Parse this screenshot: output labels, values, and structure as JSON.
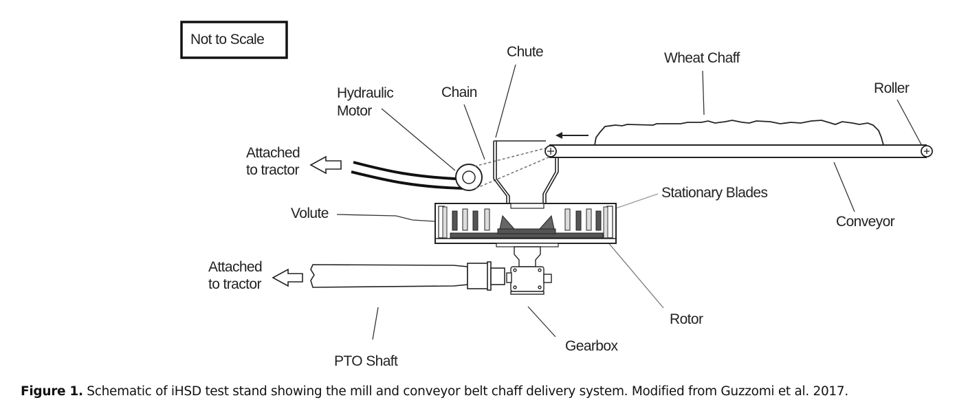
{
  "figure": {
    "scale_note": "Not to Scale",
    "labels": {
      "chute": "Chute",
      "wheat_chaff": "Wheat Chaff",
      "roller": "Roller",
      "hydraulic_motor_line1": "Hydraulic",
      "hydraulic_motor_line2": "Motor",
      "chain": "Chain",
      "attached_top_line1": "Attached",
      "attached_top_line2": "to tractor",
      "stationary_blades": "Stationary Blades",
      "conveyor": "Conveyor",
      "volute": "Volute",
      "attached_bottom_line1": "Attached",
      "attached_bottom_line2": "to tractor",
      "rotor": "Rotor",
      "gearbox": "Gearbox",
      "pto_shaft": "PTO Shaft"
    }
  },
  "caption": {
    "label": "Figure 1.",
    "text": " Schematic of iHSD test stand showing the mill and conveyor belt chaff delivery system. Modified from Guzzomi et al. 2017."
  }
}
